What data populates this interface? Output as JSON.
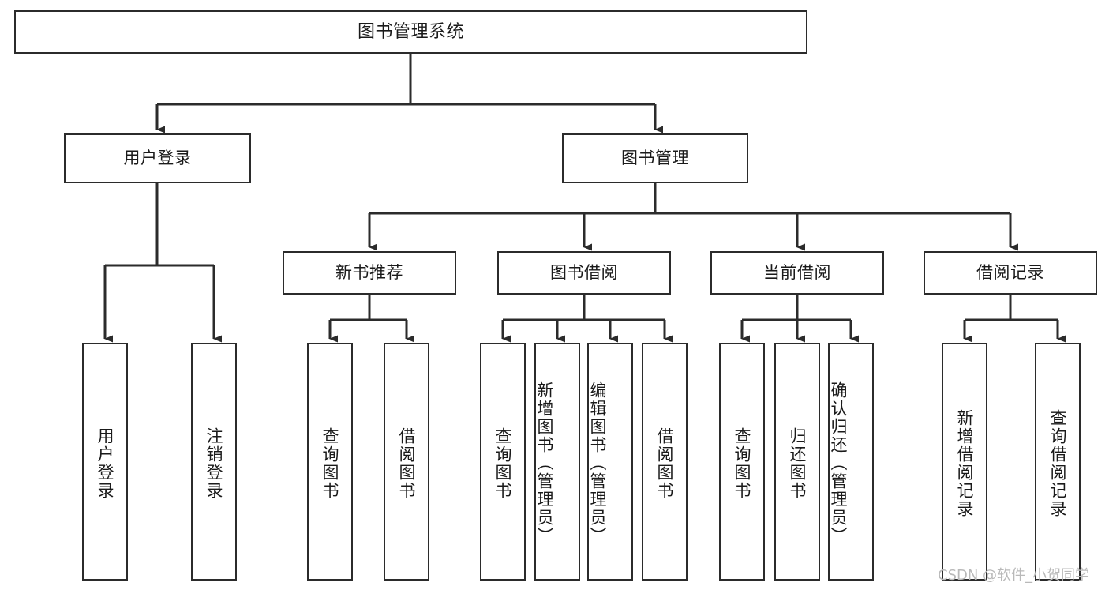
{
  "diagram": {
    "type": "tree-hierarchy-chart",
    "title": "图书管理系统",
    "background_color": "#ffffff",
    "box_border_color": "#2b2b2b",
    "text_color": "#1a1a1a",
    "edge_color": "#2b2b2b"
  },
  "nodes": {
    "root": {
      "label": "图书管理系统"
    },
    "level2": [
      {
        "label": "用户登录"
      },
      {
        "label": "图书管理"
      }
    ],
    "level3": [
      {
        "label": "新书推荐"
      },
      {
        "label": "图书借阅"
      },
      {
        "label": "当前借阅"
      },
      {
        "label": "借阅记录"
      }
    ],
    "leaves_user_login": [
      {
        "label": "用户登录"
      },
      {
        "label": "注销登录"
      }
    ],
    "leaves_new_book": [
      {
        "label": "查询图书"
      },
      {
        "label": "借阅图书"
      }
    ],
    "leaves_borrow": [
      {
        "label": "查询图书"
      },
      {
        "label": "新增图书（管理员）"
      },
      {
        "label": "编辑图书（管理员）"
      },
      {
        "label": "借阅图书"
      }
    ],
    "leaves_current": [
      {
        "label": "查询图书"
      },
      {
        "label": "归还图书"
      },
      {
        "label": "确认归还（管理员）"
      }
    ],
    "leaves_records": [
      {
        "label": "新增借阅记录"
      },
      {
        "label": "查询借阅记录"
      }
    ]
  },
  "watermark": {
    "text": "CSDN @软件_小贺同学"
  }
}
